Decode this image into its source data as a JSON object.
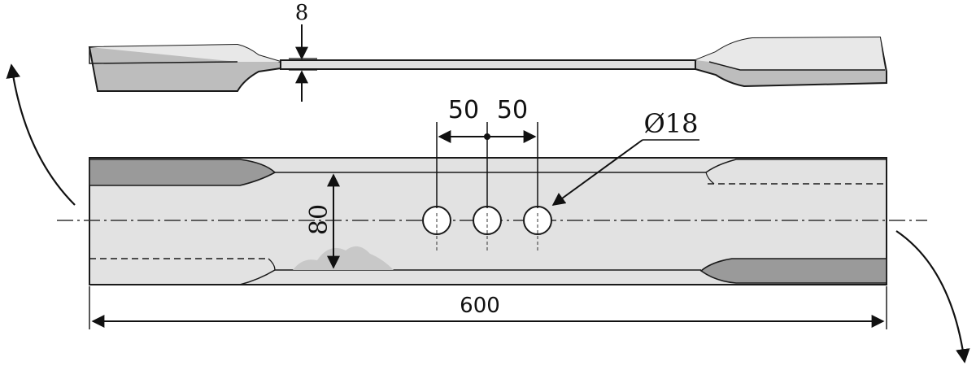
{
  "dimensions": {
    "thickness": "8",
    "hole_spacing_left": "50",
    "hole_spacing_right": "50",
    "hole_diameter": "Ø18",
    "width": "80",
    "length": "600"
  },
  "colors": {
    "blade_face": "#e2e2e2",
    "blade_edge_dark": "#9a9a9a",
    "blade_edge_light": "#cfcfcf",
    "outline": "#1a1a1a"
  }
}
